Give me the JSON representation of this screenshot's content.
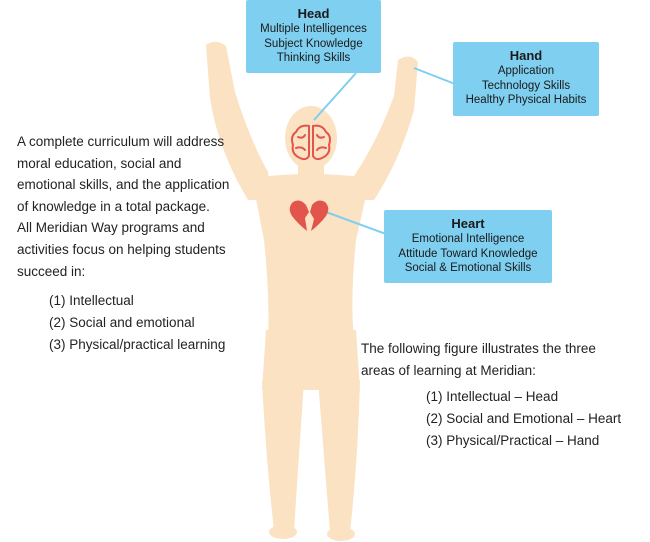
{
  "colors": {
    "figure": "#fbe2c3",
    "callout": "#7ecff0",
    "organ": "#e2554d"
  },
  "callouts": {
    "head": {
      "title": "Head",
      "lines": [
        "Multiple Intelligences",
        "Subject Knowledge",
        "Thinking Skills"
      ]
    },
    "hand": {
      "title": "Hand",
      "lines": [
        "Application",
        "Technology Skills",
        "Healthy Physical Habits"
      ]
    },
    "heart": {
      "title": "Heart",
      "lines": [
        "Emotional Intelligence",
        "Attitude Toward Knowledge",
        "Social & Emotional Skills"
      ]
    }
  },
  "left_text": {
    "paragraph_lines": [
      "A complete curriculum will address",
      "moral education, social and",
      "emotional skills, and the application",
      "of knowledge in a total package.",
      "All Meridian Way programs and",
      "activities focus on helping students",
      "succeed in:"
    ],
    "list": [
      "(1) Intellectual",
      "(2) Social and emotional",
      "(3) Physical/practical learning"
    ]
  },
  "right_text": {
    "paragraph_lines": [
      "The following figure illustrates the three",
      "areas of learning at Meridian:"
    ],
    "list": [
      "(1) Intellectual – Head",
      "(2) Social and Emotional – Heart",
      "(3) Physical/Practical – Hand"
    ]
  },
  "icons": [
    "brain-icon",
    "heart-icon"
  ]
}
